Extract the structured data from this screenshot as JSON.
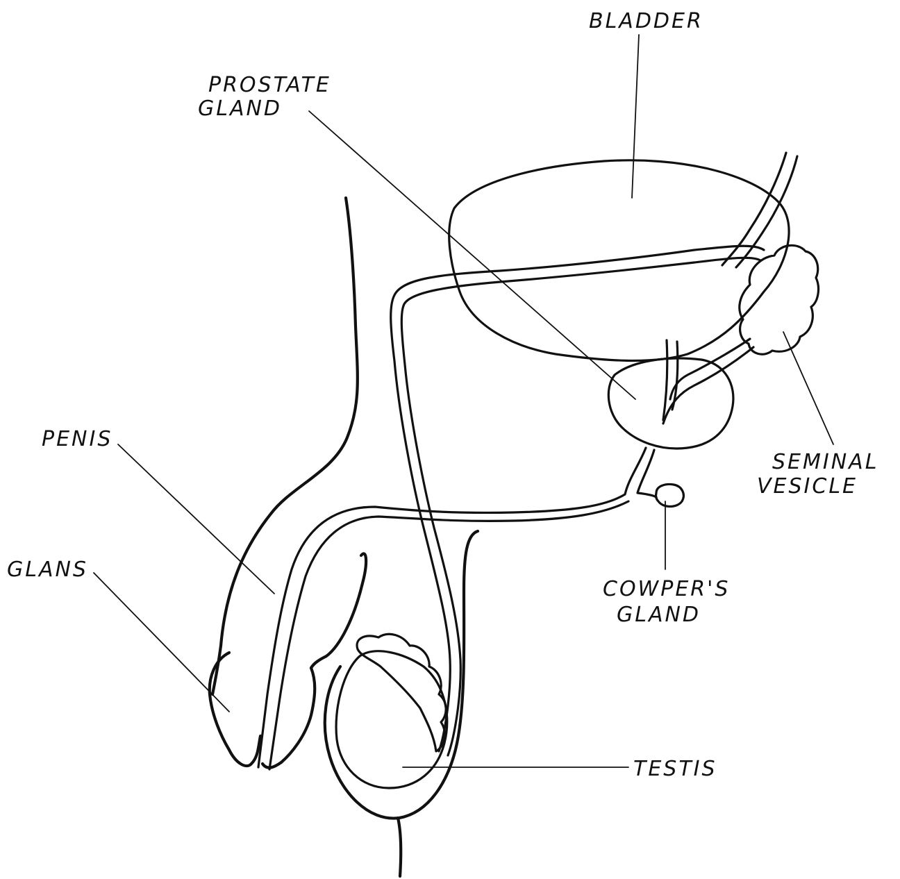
{
  "labels": {
    "bladder": "BLADDER",
    "prostate_line1": "PROSTATE",
    "prostate_line2": "GLAND",
    "penis": "PENIS",
    "glans": "GLANS",
    "seminal_line1": "SEMINAL",
    "seminal_line2": "VESICLE",
    "cowper_line1": "COWPER'S",
    "cowper_line2": "GLAND",
    "testis": "TESTIS"
  },
  "colors": {
    "ink": "#111111",
    "background": "#ffffff"
  }
}
